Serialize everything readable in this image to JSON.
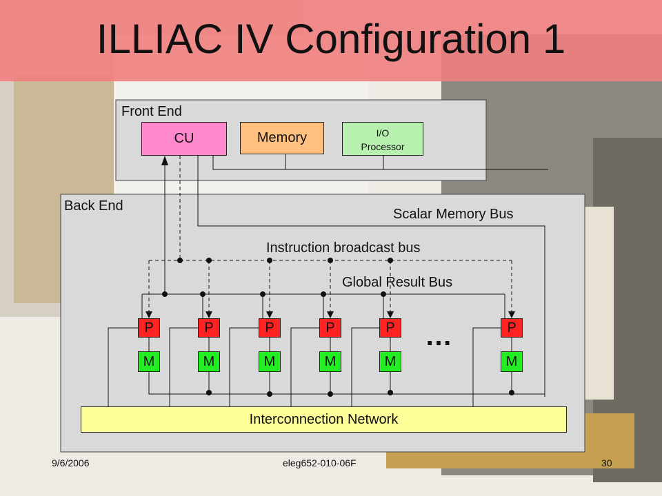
{
  "slide": {
    "title": "ILLIAC IV Configuration 1",
    "footer_date": "9/6/2006",
    "footer_course": "eleg652-010-06F",
    "page_number": "30"
  },
  "front_end": {
    "label": "Front End",
    "cu": "CU",
    "memory": "Memory",
    "io_processor": "I/O\nProcessor"
  },
  "back_end": {
    "label": "Back End",
    "scalar_memory_bus": "Scalar Memory Bus",
    "instruction_broadcast_bus": "Instruction broadcast bus",
    "global_result_bus": "Global Result Bus",
    "processors": [
      "P",
      "P",
      "P",
      "P",
      "P",
      "P"
    ],
    "memories": [
      "M",
      "M",
      "M",
      "M",
      "M",
      "M"
    ],
    "ellipsis": "…",
    "interconnection_network": "Interconnection Network"
  },
  "colors": {
    "title_band": "#f08080",
    "cu": "#ff88cc",
    "memory": "#ffc080",
    "io_processor": "#b8f0b0",
    "processor": "#ff2222",
    "memory_module": "#22ee22",
    "network": "#ffff99",
    "panel": "#d9d9d9"
  }
}
